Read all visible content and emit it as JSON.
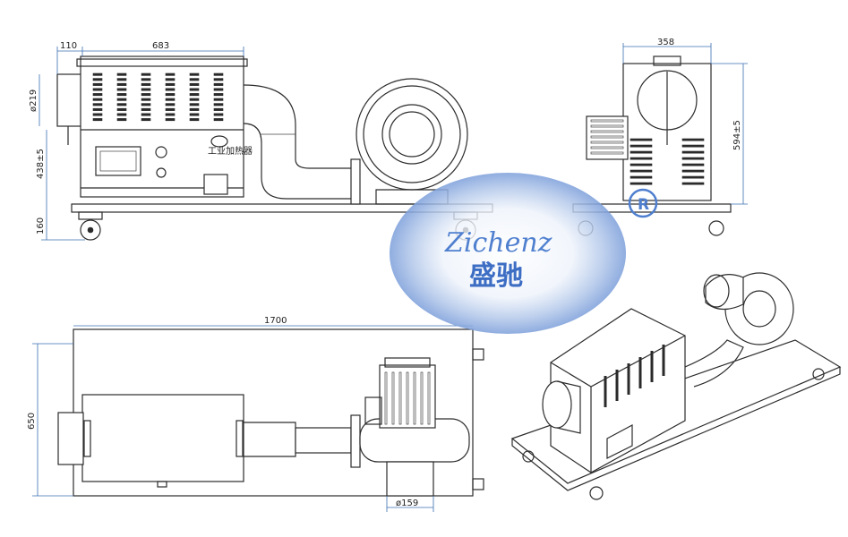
{
  "dimensions": {
    "front_width_inlet": "110",
    "front_width_body": "683",
    "front_inlet_diameter": "ø219",
    "front_body_height": "438±5",
    "front_base_height": "160",
    "side_width": "358",
    "side_height": "594±5",
    "top_length": "1700",
    "top_width": "650",
    "top_outlet_diameter": "ø159"
  },
  "labels": {
    "panel_brand": "工业加热器"
  },
  "watermark": {
    "latin": "Zichenz",
    "chinese": "盛驰",
    "registered": "R"
  },
  "colors": {
    "line": "#2c2c2c",
    "watermark_blue": "#3d6ec4",
    "dimension_blue": "#3a6fb0"
  }
}
